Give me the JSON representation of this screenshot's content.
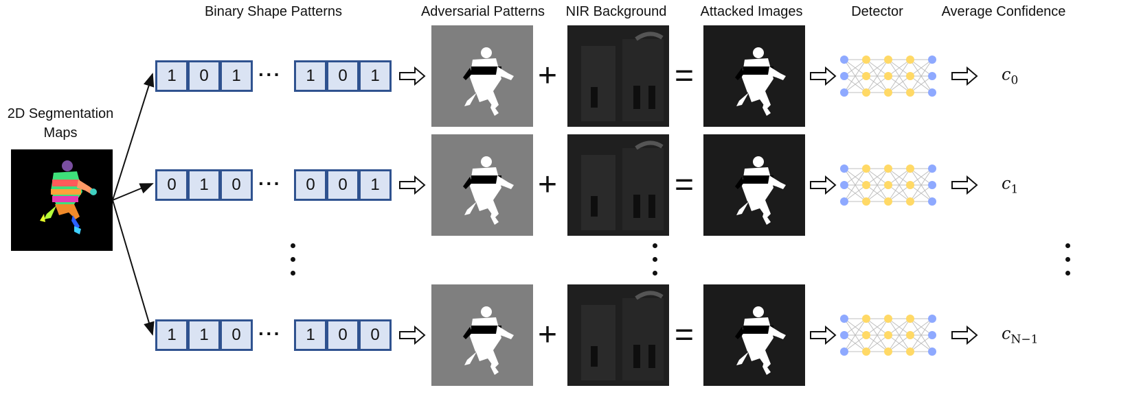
{
  "headers": {
    "binary": "Binary Shape Patterns",
    "adversarial": "Adversarial Patterns",
    "nir": "NIR Background",
    "attacked": "Attacked Images",
    "detector": "Detector",
    "confidence": "Average Confidence"
  },
  "segmentation": {
    "label_line1": "2D Segmentation",
    "label_line2": "Maps"
  },
  "rows": [
    {
      "bits_left": [
        "1",
        "0",
        "1"
      ],
      "bits_right": [
        "1",
        "0",
        "1"
      ],
      "conf_base": "c",
      "conf_sub": "0"
    },
    {
      "bits_left": [
        "0",
        "1",
        "0"
      ],
      "bits_right": [
        "0",
        "0",
        "1"
      ],
      "conf_base": "c",
      "conf_sub": "1"
    },
    {
      "bits_left": [
        "1",
        "1",
        "0"
      ],
      "bits_right": [
        "1",
        "0",
        "0"
      ],
      "conf_base": "c",
      "conf_sub": "N−1"
    }
  ],
  "operators": {
    "plus": "+",
    "equals": "=",
    "ellipsis": "···"
  },
  "colors": {
    "cell_fill": "#dae3f3",
    "cell_border": "#2f528f",
    "node_blue": "#8ea9ff",
    "node_yellow": "#ffd966",
    "edge": "#bfbfbf"
  }
}
